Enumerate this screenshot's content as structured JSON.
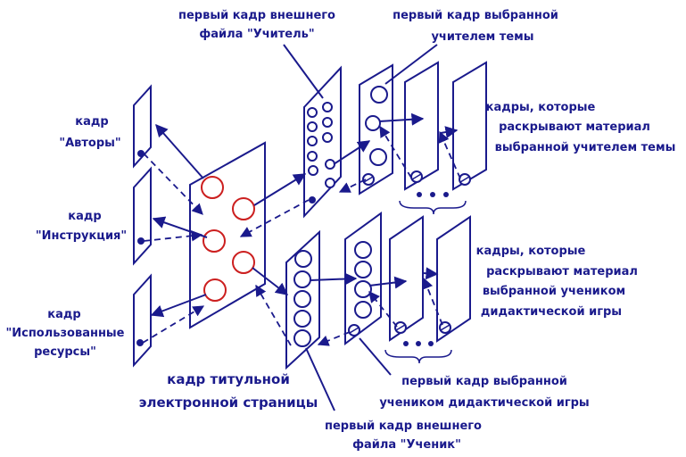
{
  "colors": {
    "blue": "#1a1a8c",
    "red": "#cc1f1f",
    "background": "#ffffff"
  },
  "labels": {
    "authors_1": "кадр",
    "authors_2": "\"Авторы\"",
    "instr_1": "кадр",
    "instr_2": "\"Инструкция\"",
    "res_1": "кадр",
    "res_2": "\"Использованные",
    "res_3": "ресурсы\"",
    "title_1": "кадр  титульной",
    "title_2": "электронной страницы",
    "teacher_file_1": "первый кадр внешнего",
    "teacher_file_2": "файла \"Учитель\"",
    "teacher_topic_1": "первый кадр выбранной",
    "teacher_topic_2": "учителем  темы",
    "teacher_frames_1": "кадры, которые",
    "teacher_frames_2": "раскрывают материал",
    "teacher_frames_3": "выбранной учителем  темы",
    "student_frames_1": "кадры, которые",
    "student_frames_2": "раскрывают материал",
    "student_frames_3": "выбранной  учеником",
    "student_frames_4": "дидактической игры",
    "student_game_1": "первый кадр выбранной",
    "student_game_2": "учеником дидактической  игры",
    "student_file_1": "первый кадр внешнего",
    "student_file_2": "файла \"Ученик\""
  }
}
